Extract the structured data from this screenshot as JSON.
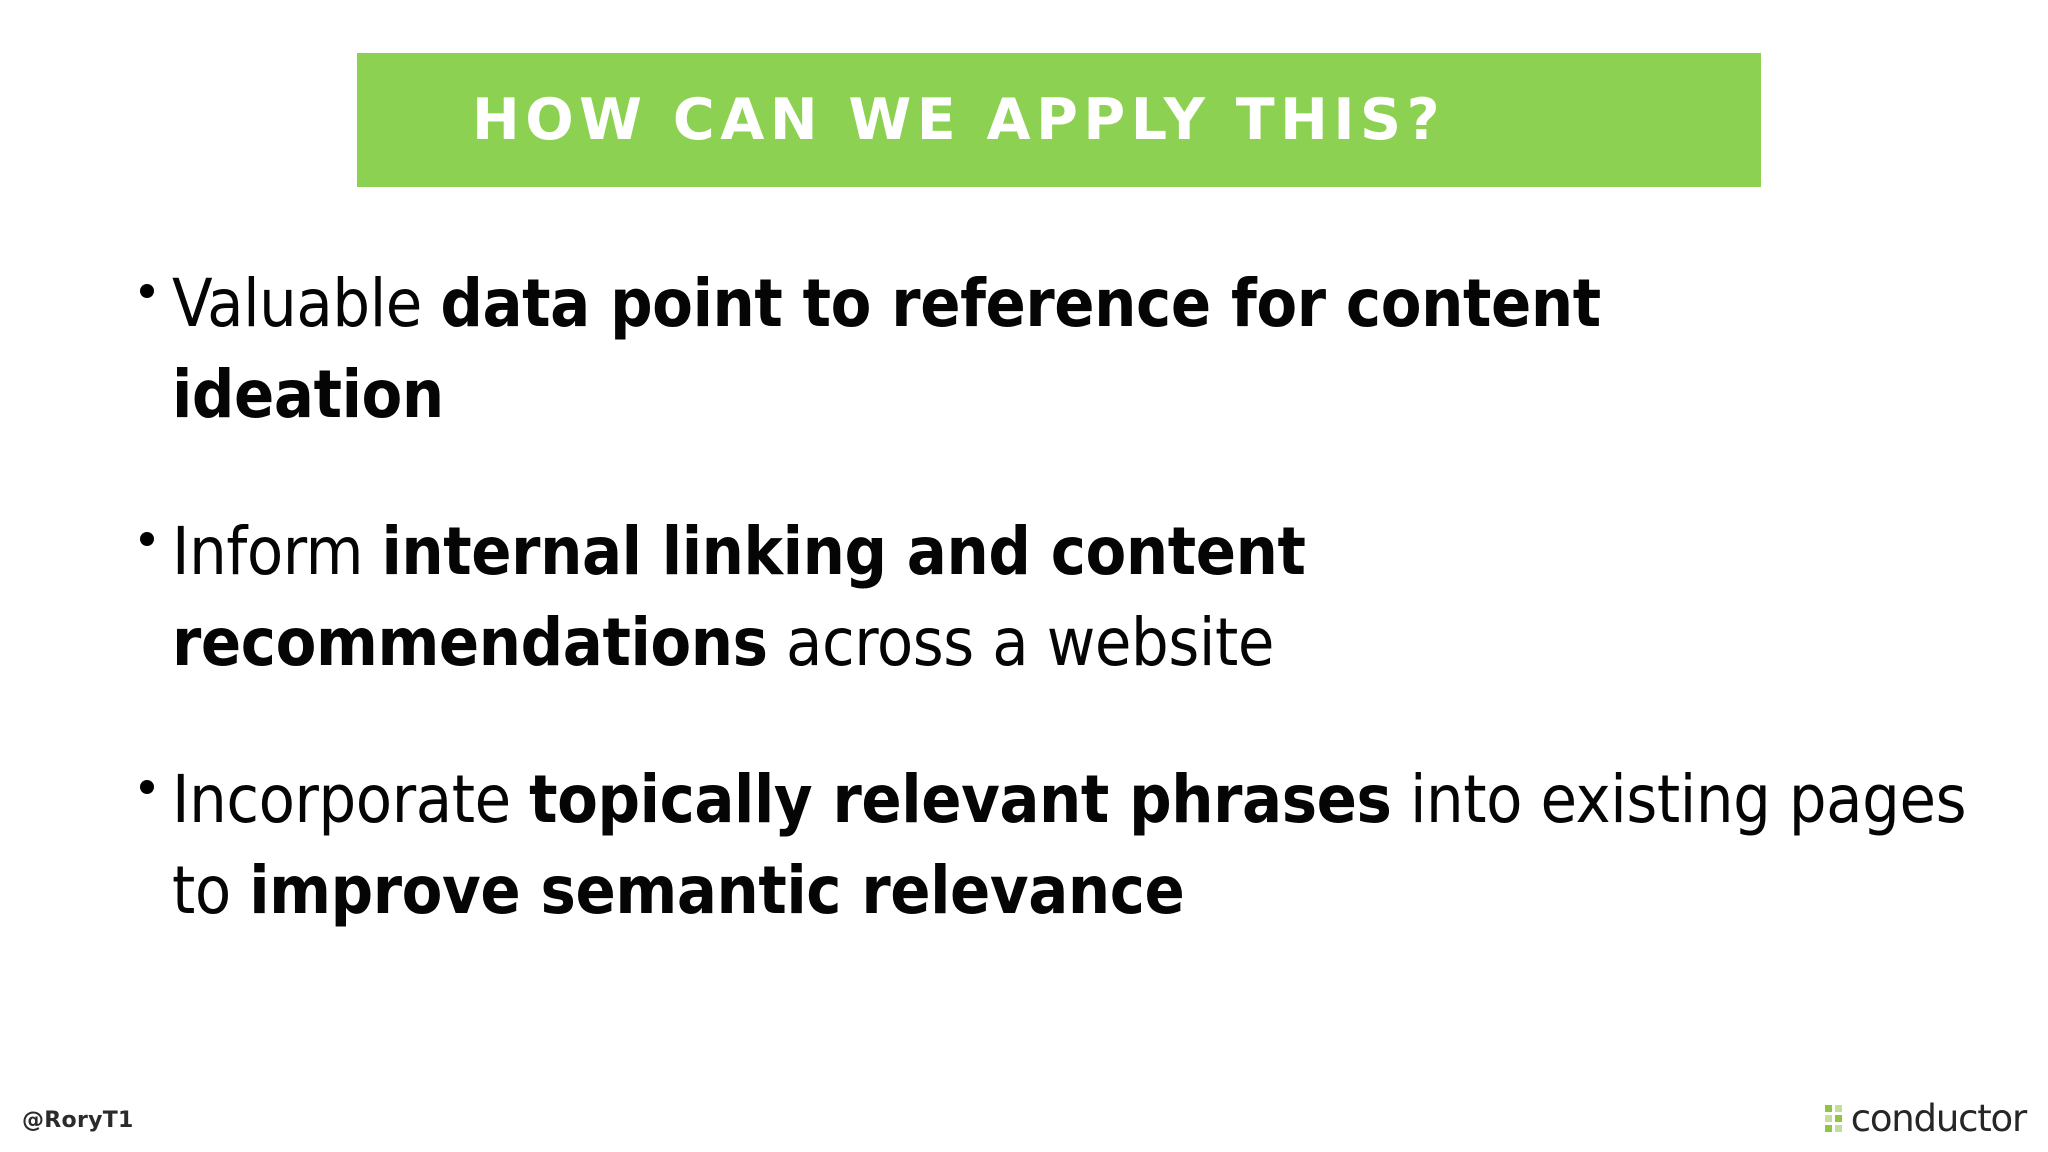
{
  "slide": {
    "background_color": "#ffffff",
    "title": {
      "text": "HOW CAN WE APPLY THIS?",
      "banner_color": "#8DD152",
      "text_color": "#ffffff"
    },
    "bullets": [
      {
        "id": "bullet-1",
        "marker": "•",
        "segments": [
          {
            "text": "Valuable ",
            "bold": false
          },
          {
            "text": "data point to reference for content ideation",
            "bold": true
          }
        ],
        "plain_text": "Valuable data point to reference for content ideation"
      },
      {
        "id": "bullet-2",
        "marker": "•",
        "segments": [
          {
            "text": "Inform ",
            "bold": false
          },
          {
            "text": "internal linking and content recommendations",
            "bold": true
          },
          {
            "text": " across a website",
            "bold": false
          }
        ],
        "plain_text": "Inform internal linking and content recommendations across a website"
      },
      {
        "id": "bullet-3",
        "marker": "•",
        "segments": [
          {
            "text": "Incorporate ",
            "bold": false
          },
          {
            "text": "topically relevant phrases",
            "bold": true
          },
          {
            "text": " into existing pages to ",
            "bold": false
          },
          {
            "text": "improve semantic relevance",
            "bold": true
          }
        ],
        "plain_text": "Incorporate topically relevant phrases into existing pages to improve semantic relevance"
      }
    ],
    "footer": {
      "handle": "@RoryT1",
      "logo_word": "conductor",
      "logo_mark_color": "#8DC63F",
      "logo_word_color": "#262626"
    }
  }
}
